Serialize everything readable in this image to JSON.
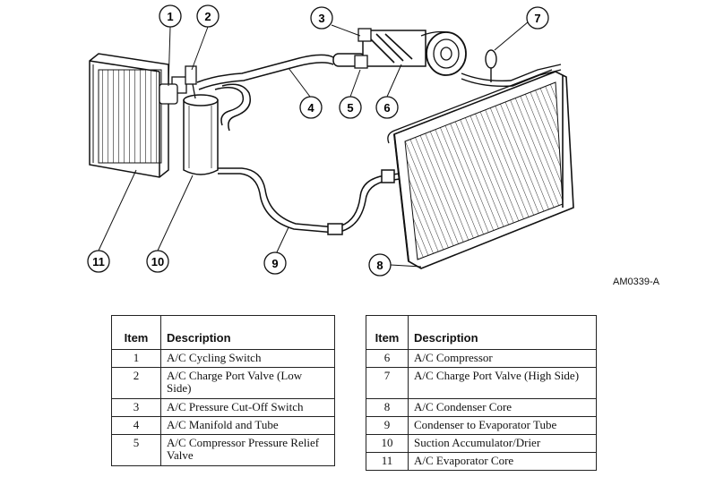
{
  "figure": {
    "code": "AM0339-A",
    "callouts": [
      "1",
      "2",
      "3",
      "4",
      "5",
      "6",
      "7",
      "8",
      "9",
      "10",
      "11"
    ]
  },
  "legend": {
    "headers": {
      "item": "Item",
      "description": "Description"
    },
    "left": [
      {
        "item": "1",
        "description": "A/C Cycling Switch"
      },
      {
        "item": "2",
        "description": "A/C Charge Port Valve (Low Side)"
      },
      {
        "item": "3",
        "description": "A/C Pressure Cut-Off Switch"
      },
      {
        "item": "4",
        "description": "A/C Manifold and Tube"
      },
      {
        "item": "5",
        "description": "A/C Compressor Pressure Relief Valve"
      }
    ],
    "right": [
      {
        "item": "6",
        "description": "A/C Compressor"
      },
      {
        "item": "7",
        "description": "A/C Charge Port Valve (High Side)"
      },
      {
        "item": "8",
        "description": "A/C Condenser Core"
      },
      {
        "item": "9",
        "description": "Condenser to Evaporator Tube"
      },
      {
        "item": "10",
        "description": "Suction Accumulator/Drier"
      },
      {
        "item": "11",
        "description": "A/C Evaporator Core"
      }
    ]
  }
}
